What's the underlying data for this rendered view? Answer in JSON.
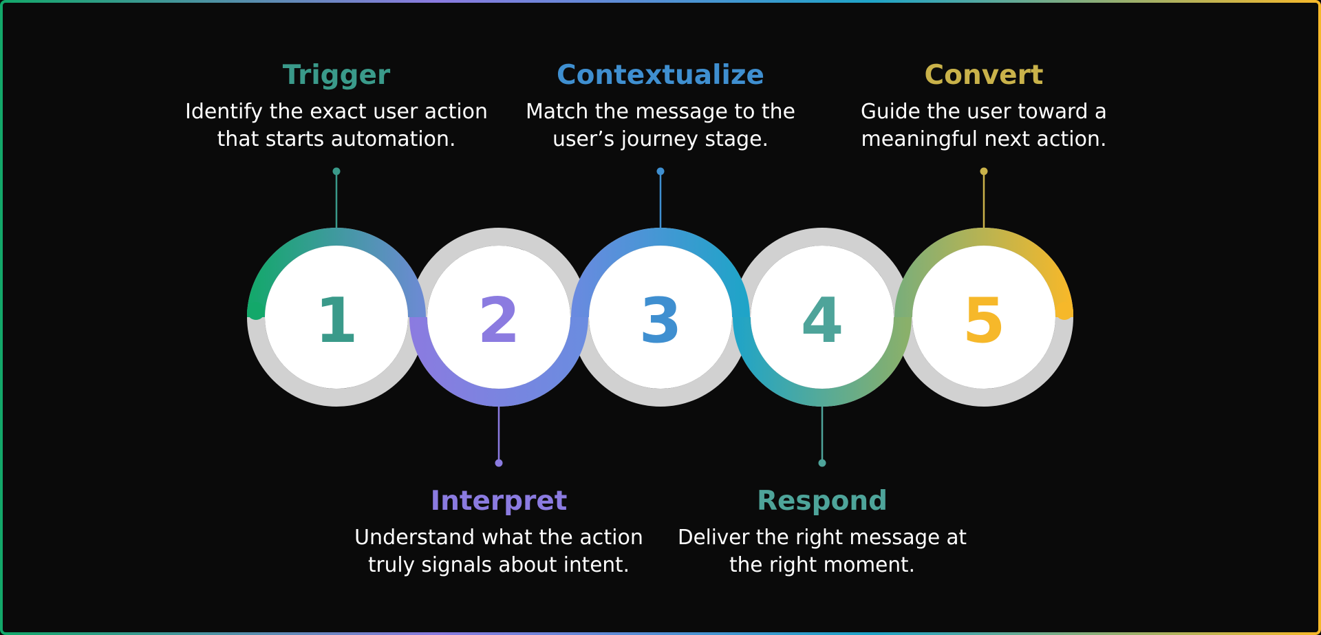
{
  "diagram": {
    "steps": [
      {
        "number": "1",
        "title": "Trigger",
        "desc_line1": "Identify the exact user action",
        "desc_line2": "that starts automation.",
        "color": "#3a9a8a",
        "label_position": "top"
      },
      {
        "number": "2",
        "title": "Interpret",
        "desc_line1": "Understand what the action",
        "desc_line2": "truly signals about intent.",
        "color": "#8b7be0",
        "label_position": "bottom"
      },
      {
        "number": "3",
        "title": "Contextualize",
        "desc_line1": "Match the message to the",
        "desc_line2": "user’s journey stage.",
        "color": "#3f8fd0",
        "label_position": "top"
      },
      {
        "number": "4",
        "title": "Respond",
        "desc_line1": "Deliver the right message at",
        "desc_line2": "the right moment.",
        "color": "#4ea49a",
        "label_position": "bottom"
      },
      {
        "number": "5",
        "title": "Convert",
        "desc_line1": "Guide the user toward a",
        "desc_line2": "meaningful next action.",
        "color": "#c9b24a",
        "num_color": "#f6b82a",
        "label_position": "top"
      }
    ],
    "colors": {
      "background": "#0a0a0a",
      "ring_gray": "#d1d1d1",
      "circle_fill": "#ffffff",
      "text": "#ffffff",
      "green": "#13a86a",
      "purple": "#8b7be0",
      "blue": "#3a92d4",
      "cyan": "#1fa4c8",
      "orange": "#f6b82a"
    }
  }
}
